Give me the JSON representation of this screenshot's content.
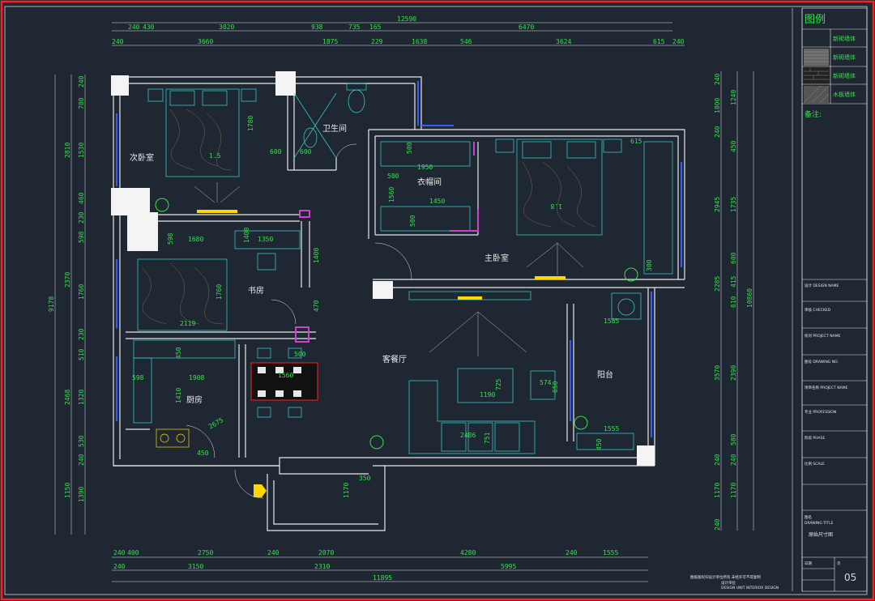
{
  "dims_top_row1": [
    "12590"
  ],
  "dims_top_row2": [
    "240",
    "430",
    "3020",
    "938",
    "735",
    "165",
    "6470"
  ],
  "dims_top_row3": [
    "240",
    "3660",
    "1875",
    "229",
    "1638",
    "546",
    "3624",
    "615",
    "240"
  ],
  "dims_bottom_row1": [
    "240",
    "400",
    "2750",
    "240",
    "2070",
    "4280",
    "240",
    "1555"
  ],
  "dims_bottom_row2": [
    "240",
    "3150",
    "2310",
    "5995"
  ],
  "dims_bottom_row3": [
    "11895"
  ],
  "dims_left_outer": [
    "9178"
  ],
  "dims_left_mid": [
    "2810",
    "2370",
    "2468",
    "1150"
  ],
  "dims_left_inner": [
    "240",
    "780",
    "1530",
    "460",
    "230",
    "598",
    "1760",
    "230",
    "510",
    "1320",
    "530",
    "240",
    "1390"
  ],
  "dims_right_inner": [
    "240",
    "1800",
    "240",
    "2945",
    "2285",
    "3570",
    "240",
    "1170",
    "240"
  ],
  "dims_right_mid": [
    "1240",
    "450",
    "1735",
    "600",
    "415",
    "610",
    "2390",
    "580",
    "240",
    "1170"
  ],
  "dims_right_outer": [
    "10860"
  ],
  "rooms": {
    "bedroom2": "次卧室",
    "bath": "卫生间",
    "closet": "衣帽间",
    "master": "主卧室",
    "study": "书房",
    "living": "客餐厅",
    "balcony": "阳台",
    "kitchen": "厨房"
  },
  "inner_dims": [
    "1.5",
    "1780",
    "600",
    "600",
    "500",
    "1950",
    "500",
    "1560",
    "500",
    "1450",
    "1.8",
    "615",
    "1400",
    "598",
    "1680",
    "1350",
    "1400",
    "1760",
    "2119",
    "470",
    "450",
    "500",
    "1560",
    "598",
    "1908",
    "1410",
    "2675",
    "450",
    "1190",
    "725",
    "574",
    "650",
    "2486",
    "751",
    "1585",
    "1555",
    "450",
    "350",
    "1170",
    "300"
  ],
  "legend": {
    "title": "图例",
    "items": [
      "新砌墙体",
      "新砌墙体",
      "新砌墙体",
      "木板墙体"
    ],
    "note": "备注:"
  },
  "titleblock": {
    "rows": [
      "设计 DESIGN NAME",
      "审核 CHECKED",
      "校对 PROJECT NAME",
      "图号 DRAWING NO.",
      "项目名称 PROJECT NAME",
      "专业 PROFESSION",
      "阶段 PHASE",
      "比例 SCALE"
    ],
    "drawing_title_label": "图名",
    "drawing_title_en": "DRAWING TITLE",
    "drawing_title": "原始尺寸图",
    "date_label": "日期",
    "sheet_label": "页",
    "page_number": "05",
    "footer_note": "图纸版权归设计单位所有 未经许可不得复制",
    "footer_note2": "设计单位",
    "footer_note3": "DESIGN UNIT INTERIOR DESIGN"
  }
}
